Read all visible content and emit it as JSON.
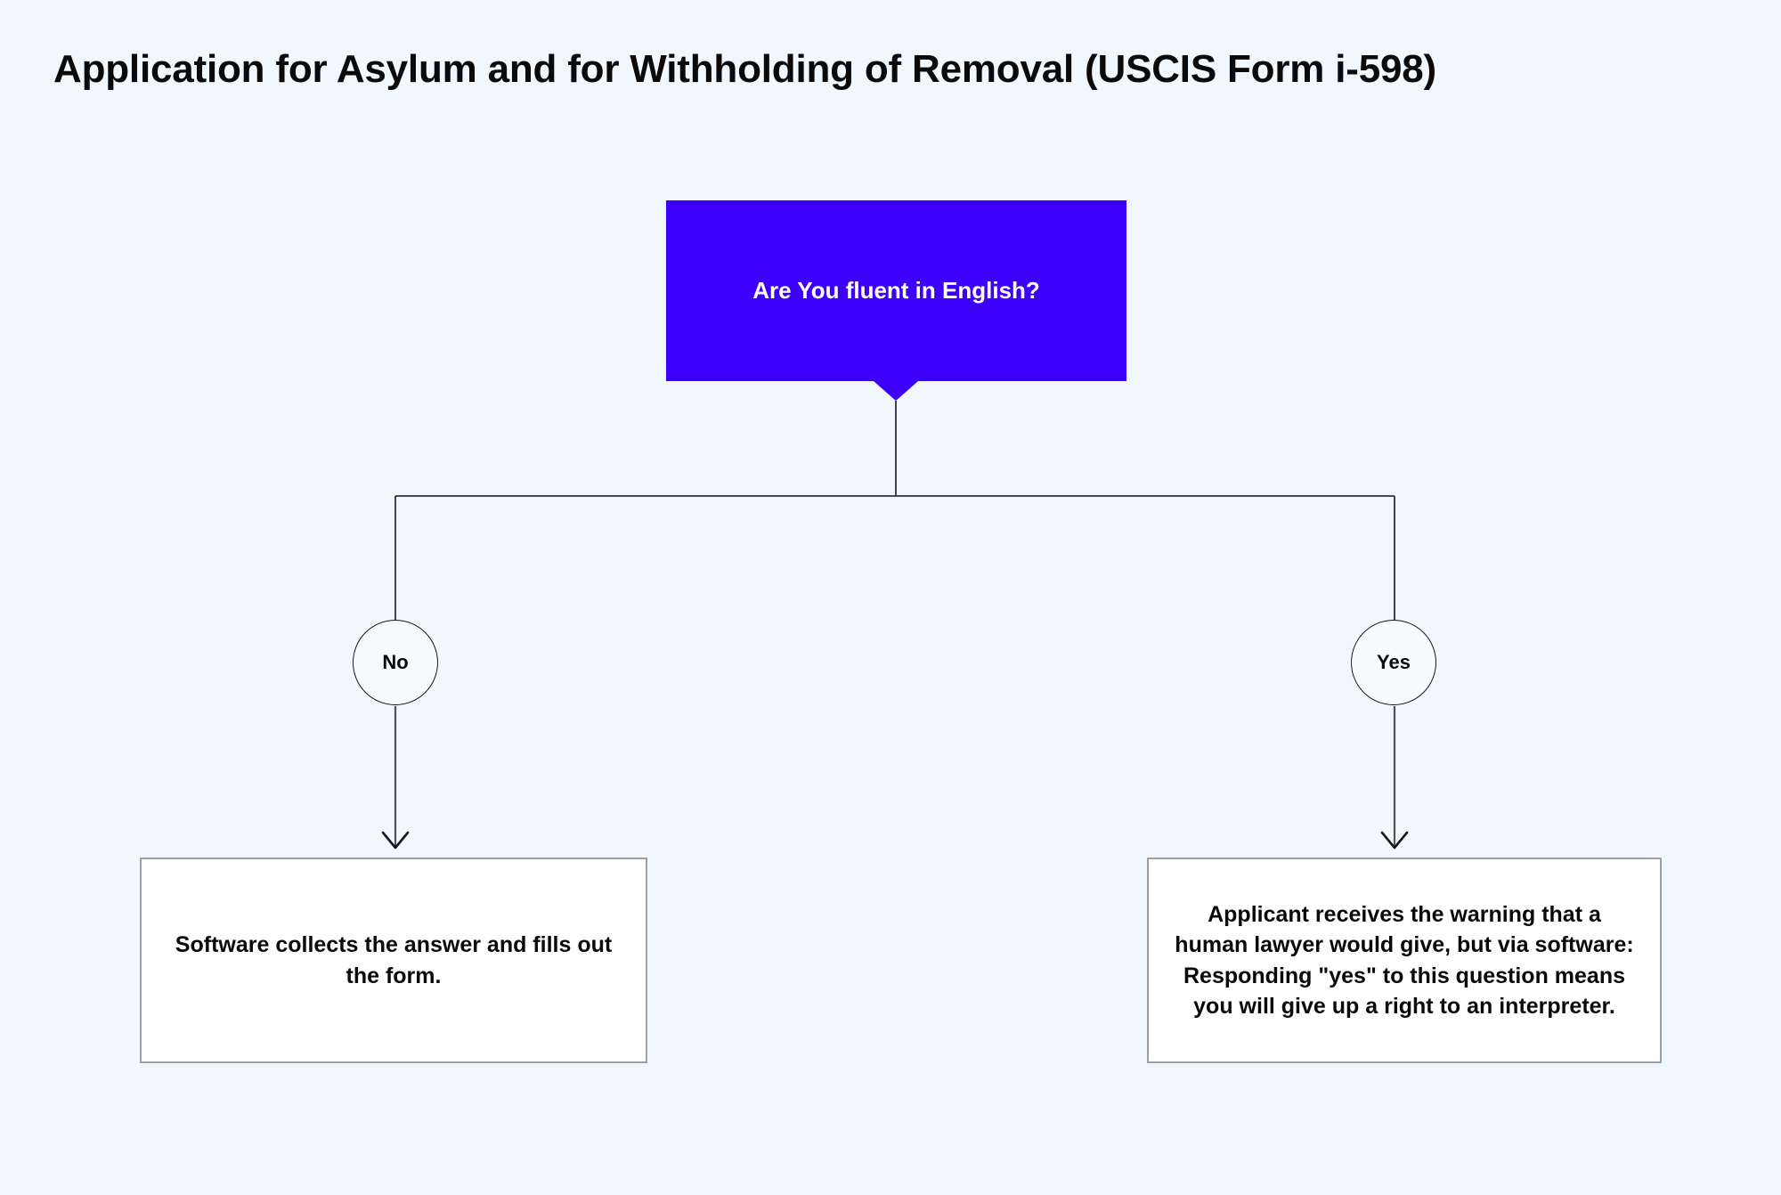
{
  "page": {
    "title": "Application for Asylum and for Withholding of Removal (USCIS Form i-598)",
    "background_color": "#f0f7fd"
  },
  "diagram": {
    "type": "flowchart",
    "decision": {
      "id": "decision-fluent-english",
      "label": "Are You fluent in English?",
      "fill_color": "#3d00fa",
      "text_color": "#ffffff"
    },
    "branches": [
      {
        "id": "branch-no",
        "label": "No",
        "outcome": {
          "id": "outcome-left",
          "text": "Software collects the answer and fills out the form."
        }
      },
      {
        "id": "branch-yes",
        "label": "Yes",
        "outcome": {
          "id": "outcome-right",
          "text": "Applicant receives the warning that a human lawyer would give, but via software: Responding \"yes\" to this question means you will give up a right to an interpreter."
        }
      }
    ],
    "edge_color": "#2b3238",
    "outcome_border_color": "#9aa0a6",
    "outcome_fill_color": "#ffffff"
  }
}
